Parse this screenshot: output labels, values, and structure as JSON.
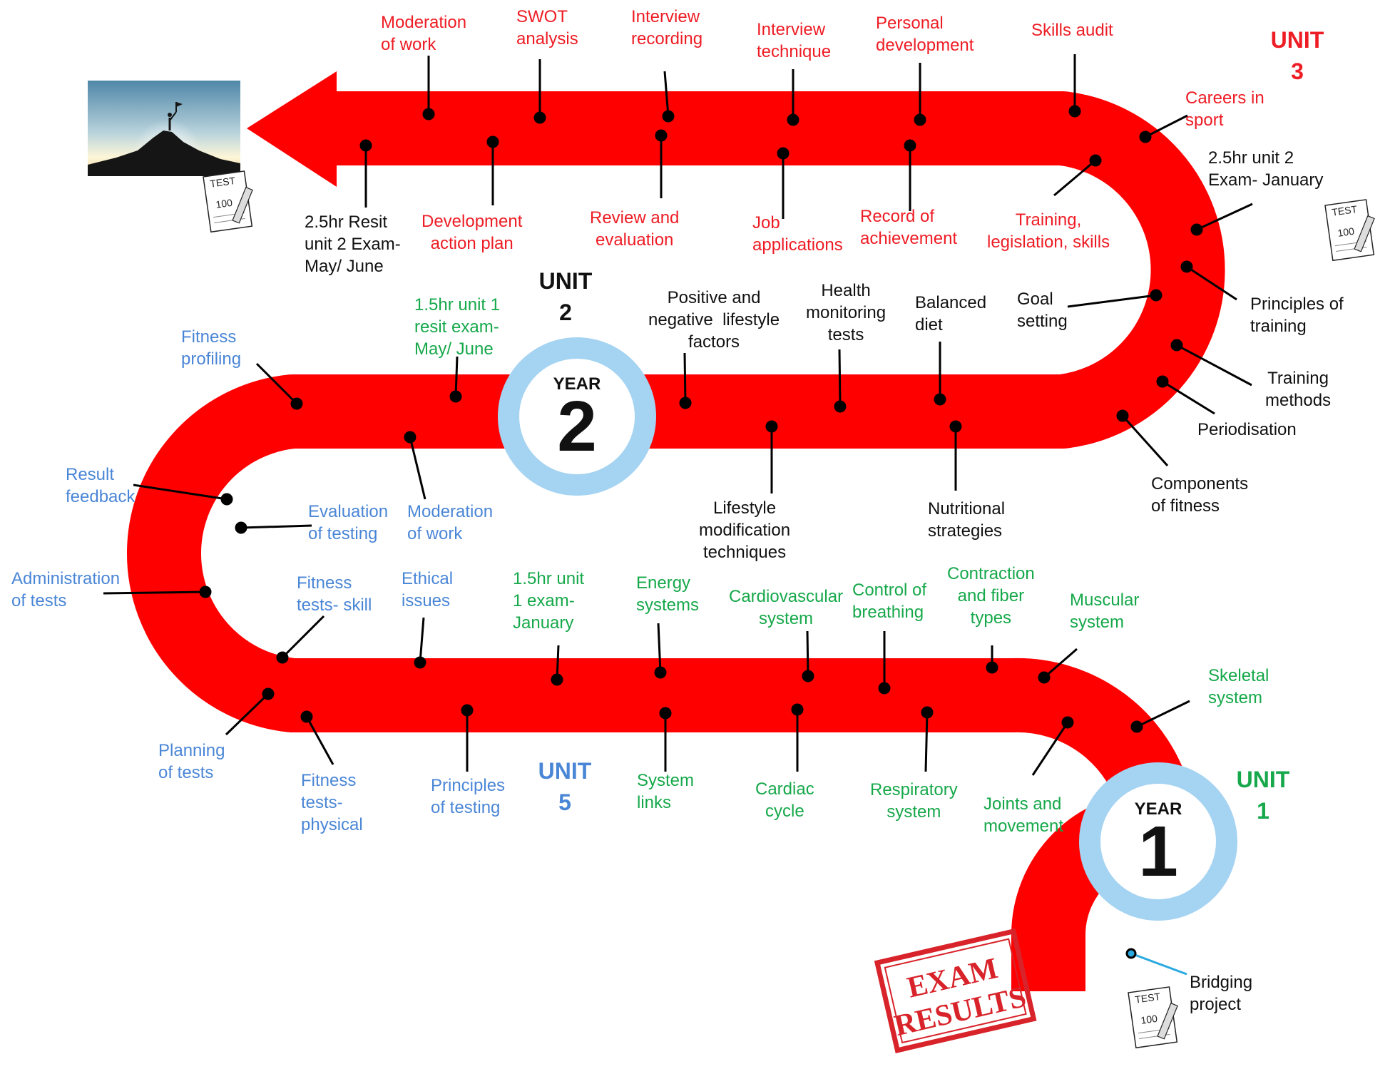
{
  "colors": {
    "path": "#ff0000",
    "red_text": "#ee1c24",
    "black_text": "#111111",
    "green_text": "#16a84a",
    "blue_text": "#4a86d6",
    "year_ring": "#a5d3f2",
    "bridging_leader": "#29a9e0"
  },
  "icons": {
    "summit": "summit-photo-icon",
    "test_paper": "test-paper-icon",
    "exam_results": "exam-results-stamp-icon"
  },
  "units": {
    "unit1": "UNIT\n1",
    "unit2": "UNIT\n2",
    "unit3": "UNIT\n3",
    "unit5": "UNIT\n5"
  },
  "years": {
    "year1": {
      "label": "YEAR",
      "number": "1"
    },
    "year2": {
      "label": "YEAR",
      "number": "2"
    }
  },
  "stamp": {
    "line1": "EXAM",
    "line2": "RESULTS"
  },
  "test_paper": {
    "label": "TEST",
    "score": "100"
  },
  "labels": {
    "bridging": "Bridging\nproject",
    "skeletal": "Skeletal\nsystem",
    "joints": "Joints and\nmovement",
    "muscular": "Muscular\nsystem",
    "contraction": "Contraction\nand fiber\ntypes",
    "respiratory": "Respiratory\nsystem",
    "control_breathing": "Control of\nbreathing",
    "cardiovascular": "Cardiovascular\nsystem",
    "cardiac_cycle": "Cardiac\ncycle",
    "energy": "Energy\nsystems",
    "system_links": "System\nlinks",
    "unit1_exam": "1.5hr unit\n1 exam-\nJanuary",
    "principles_testing": "Principles\nof testing",
    "ethical": "Ethical\nissues",
    "fitness_physical": "Fitness\ntests-\nphysical",
    "fitness_skill": "Fitness\ntests- skill",
    "planning": "Planning\nof tests",
    "administration": "Administration\nof tests",
    "evaluation_testing": "Evaluation\nof testing",
    "result_feedback": "Result\nfeedback",
    "fitness_profiling": "Fitness\nprofiling",
    "moderation_blue": "Moderation\nof work",
    "resit_unit1": "1.5hr unit 1\nresit exam-\nMay/ June",
    "positive_negative": "Positive and\nnegative  lifestyle\nfactors",
    "lifestyle_mod": "Lifestyle\nmodification\ntechniques",
    "health_monitoring": "Health\nmonitoring\ntests",
    "balanced_diet": "Balanced\ndiet",
    "nutritional": "Nutritional\nstrategies",
    "goal_setting": "Goal\nsetting",
    "components": "Components\nof fitness",
    "periodisation": "Periodisation",
    "training_methods": "Training\nmethods",
    "principles_training": "Principles of\ntraining",
    "unit2_exam": "2.5hr unit 2\nExam- January",
    "careers": "Careers in\nsport",
    "training_legislation": "Training,\nlegislation, skills",
    "skills_audit": "Skills audit",
    "personal_dev": "Personal\ndevelopment",
    "record_achievement": "Record of\nachievement",
    "interview_technique": "Interview\ntechnique",
    "job_applications": "Job\napplications",
    "interview_recording": "Interview\nrecording",
    "review_evaluation": "Review and\nevaluation",
    "swot": "SWOT\nanalysis",
    "development_plan": "Development\naction plan",
    "moderation_red": "Moderation\nof work",
    "resit_unit2": "2.5hr Resit\nunit 2 Exam-\nMay/ June"
  }
}
